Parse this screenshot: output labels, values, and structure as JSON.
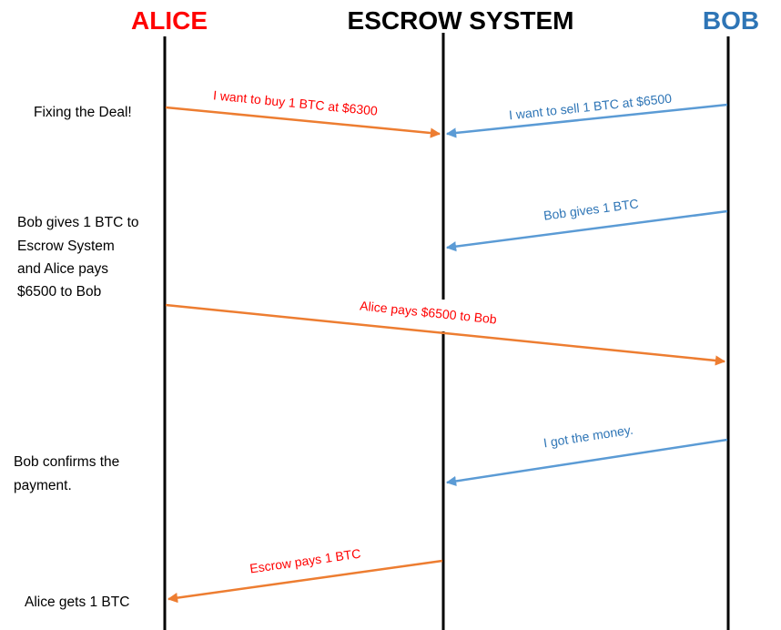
{
  "participants": {
    "alice": {
      "label": "ALICE",
      "color": "#ff0000"
    },
    "escrow": {
      "label": "ESCROW SYSTEM",
      "color": "#000000"
    },
    "bob": {
      "label": "BOB",
      "color": "#2e75b6"
    }
  },
  "colors": {
    "alice_arrow": "#ed7d31",
    "alice_text": "#ff0000",
    "bob_arrow": "#5b9bd5",
    "bob_text": "#2e75b6",
    "lifeline": "#000000"
  },
  "notes": [
    {
      "lines": [
        "Fixing the Deal!"
      ]
    },
    {
      "lines": [
        "Bob gives 1 BTC to",
        "Escrow System",
        "and Alice pays",
        "$6500 to Bob"
      ]
    },
    {
      "lines": [
        "Bob confirms the",
        "payment."
      ]
    },
    {
      "lines": [
        "Alice gets 1 BTC"
      ]
    }
  ],
  "messages": [
    {
      "from": "alice",
      "to": "escrow",
      "label": "I want to buy 1 BTC at $6300"
    },
    {
      "from": "bob",
      "to": "escrow",
      "label": "I want to sell 1 BTC at $6500"
    },
    {
      "from": "bob",
      "to": "escrow",
      "label": "Bob gives 1 BTC"
    },
    {
      "from": "alice",
      "to": "bob",
      "label": "Alice pays $6500 to Bob"
    },
    {
      "from": "bob",
      "to": "escrow",
      "label": "I got the money."
    },
    {
      "from": "escrow",
      "to": "alice",
      "label": "Escrow pays 1 BTC"
    }
  ]
}
